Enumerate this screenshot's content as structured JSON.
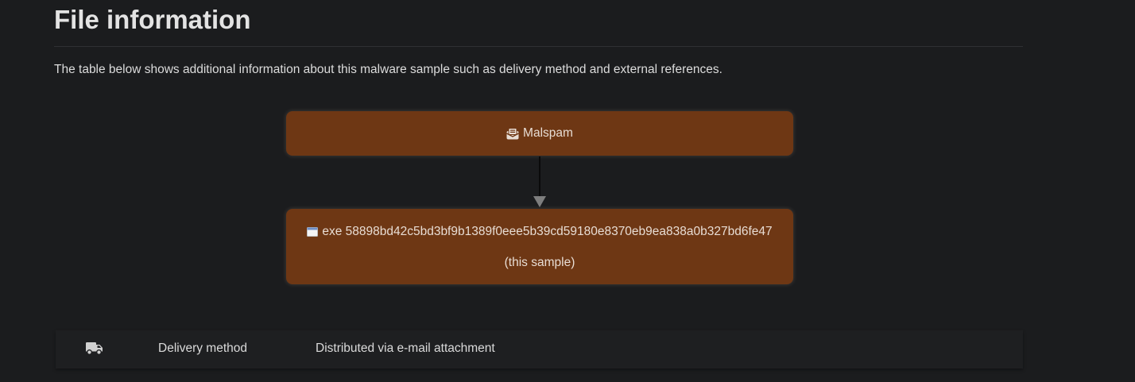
{
  "section": {
    "title": "File information",
    "intro": "The table below shows additional information about this malware sample such as delivery method and external references."
  },
  "flow": {
    "source_node": {
      "icon": "envelope-open-icon",
      "label": "Malspam"
    },
    "sample_node": {
      "icon": "window-icon",
      "label": "exe 58898bd42c5bd3bf9b1389f0eee5b39cd59180e8370eb9ea838a0b327bd6fe47",
      "sublabel": "(this sample)"
    },
    "colors": {
      "node_bg": "#6e3714",
      "arrow": "#7e7e7e"
    }
  },
  "info_table": {
    "rows": [
      {
        "icon": "truck-icon",
        "label": "Delivery method",
        "value": "Distributed via e-mail attachment"
      }
    ]
  }
}
